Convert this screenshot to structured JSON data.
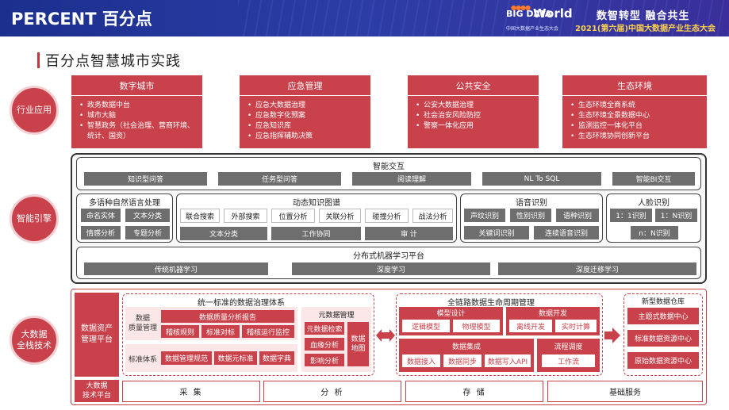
{
  "banner": {
    "logo": "PERCENT 百分点",
    "event_logo_a": "BIG DATA",
    "event_logo_b": "World",
    "event_logo_sub": "中国大数据产业生态大会",
    "slogan": "数智转型 融合共生",
    "conference": "2021(第六届)中国大数据产业生态大会"
  },
  "page_title": "百分点智慧城市实践",
  "row_labels": {
    "apps": "行业应用",
    "engine": "智能引擎",
    "bigdata": "大数据\n全栈技术"
  },
  "apps": [
    {
      "title": "数字城市",
      "items": [
        "政务数据中台",
        "城市大脑",
        "智慧政务（社会治理、营商环境、统计、国资）"
      ]
    },
    {
      "title": "应急管理",
      "items": [
        "应急大数据治理",
        "应急数字化预案",
        "应急知识库",
        "应急指挥辅助决策"
      ]
    },
    {
      "title": "公共安全",
      "items": [
        "公安大数据治理",
        "社会治安风险防控",
        "警察一体化应用"
      ]
    },
    {
      "title": "生态环境",
      "items": [
        "生态环境全商系统",
        "生态环境全景数据中心",
        "监测监控一体化平台",
        "生态环境协同创新平台"
      ]
    }
  ],
  "engine": {
    "interaction": {
      "title": "智能交互",
      "items": [
        "知识型问答",
        "任务型问答",
        "阅读理解",
        "NL To SQL",
        "智能BI交互"
      ]
    },
    "nlp": {
      "title": "多语种自然语言处理",
      "items": [
        "命名实体",
        "文本分类",
        "情感分析",
        "专题分析"
      ]
    },
    "kg": {
      "title": "动态知识图谱",
      "row1": [
        "联合搜索",
        "外部搜索",
        "位置分析",
        "关联分析",
        "碰撞分析",
        "战法分析"
      ],
      "row2": [
        "文本分类",
        "工作协同",
        "审 计"
      ]
    },
    "speech": {
      "title": "语音识别",
      "row1": [
        "声纹识别",
        "性别识别",
        "语种识别"
      ],
      "row2": [
        "关键词识别",
        "连续语音识别"
      ]
    },
    "face": {
      "title": "人脸识别",
      "row1": [
        "1：1识别",
        "1：N识别"
      ],
      "row2": [
        "n：N识别"
      ]
    },
    "ml": {
      "title": "分布式机器学习平台",
      "items": [
        "传统机器学习",
        "深度学习",
        "深度迁移学习"
      ]
    }
  },
  "bigdata": {
    "asset_platform": "数据资产\n管理平台",
    "tech_platform": "大数据\n技术平台",
    "governance": {
      "title": "统一标准的数据治理体系",
      "quality_label": "数据\n质量管理",
      "quality_report": "数据质量分析报告",
      "quality_items": [
        "稽核规则",
        "标准对标",
        "稽核运行监控"
      ],
      "standard_label": "标准体系",
      "standard_items": [
        "数据管理规范",
        "数据元标准",
        "数据字典"
      ],
      "meta_title": "元数据管理",
      "meta_items": [
        "元数据检索",
        "血缘分析",
        "影响分析"
      ],
      "meta_map": "数据\n地图"
    },
    "lifecycle": {
      "title": "全链路数据生命周期管理",
      "model": {
        "title": "模型设计",
        "items": [
          "逻辑模型",
          "物理模型"
        ]
      },
      "dev": {
        "title": "数据开发",
        "items": [
          "离线开发",
          "实时计算"
        ]
      },
      "integration": {
        "title": "数据集成",
        "items": [
          "数据接入",
          "数据同步",
          "数据写入API"
        ]
      },
      "schedule": {
        "title": "流程调度",
        "items": [
          "工作流"
        ]
      }
    },
    "warehouse": {
      "title": "新型数据仓库",
      "items": [
        "主题式数据中心",
        "标准数据资源中心",
        "原始数据资源中心"
      ]
    },
    "base": [
      "采 集",
      "分 析",
      "存 储",
      "基础服务"
    ]
  }
}
